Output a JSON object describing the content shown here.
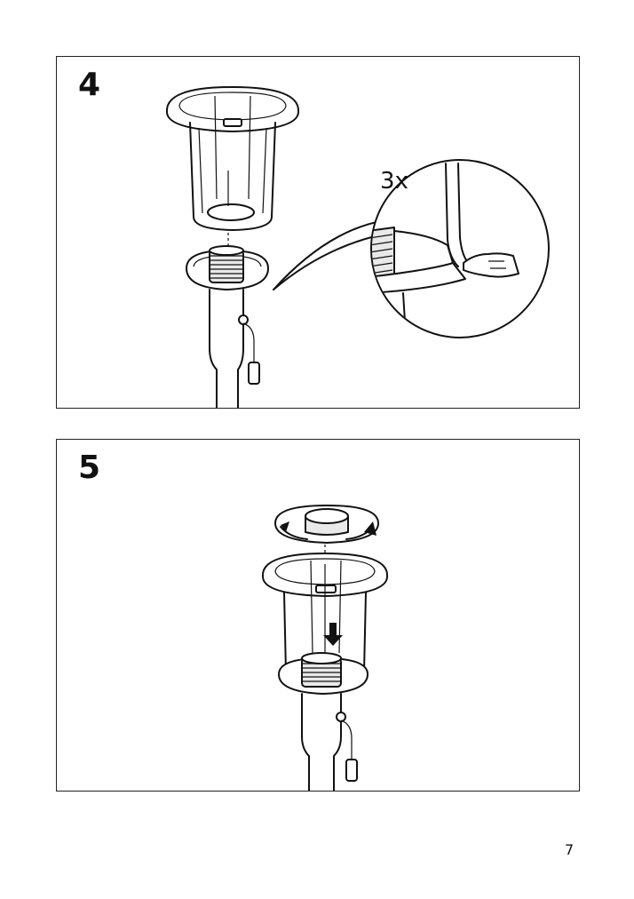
{
  "steps": [
    {
      "number": "4",
      "callout": {
        "quantity": "3x"
      }
    },
    {
      "number": "5"
    }
  ],
  "page": {
    "number": "7"
  },
  "colors": {
    "line": "#111111",
    "fill_light": "#e9e9e9",
    "background": "#ffffff"
  }
}
